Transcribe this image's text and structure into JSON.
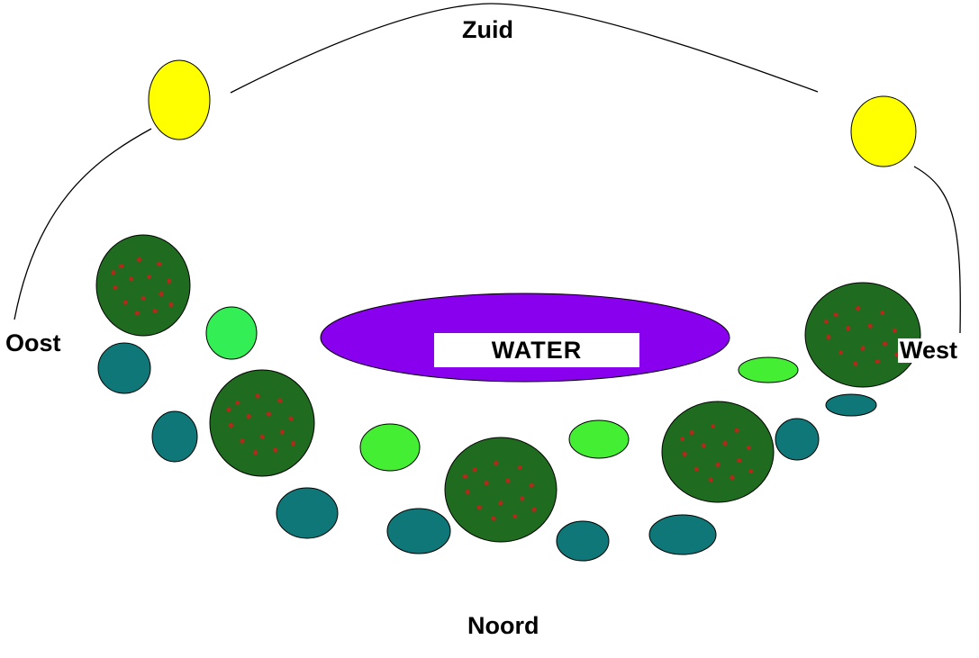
{
  "labels": {
    "south": "Zuid",
    "east": "Oost",
    "west": "West",
    "north": "Noord",
    "water": "WATER"
  },
  "colors": {
    "sun": "#ffff00",
    "water": "#8800ee",
    "tree": "#1f6b1f",
    "tree_fruit": "#b22a1a",
    "shrub": "#33ee33",
    "plant": "#0f7777",
    "line": "#000000",
    "background": "#ffffff"
  }
}
